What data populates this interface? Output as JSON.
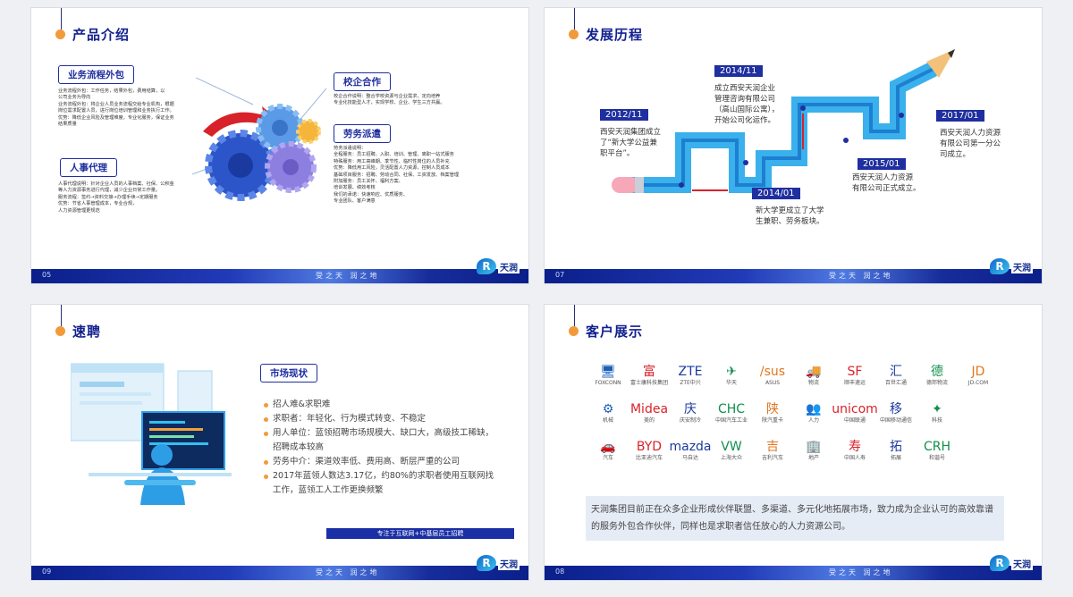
{
  "slide1": {
    "number": "05",
    "title": "产品介绍",
    "tags": {
      "bpo": "业务流程外包",
      "hr": "人事代理",
      "school": "校企合作",
      "dispatch": "劳务派遣"
    },
    "bpo_text": [
      "业务流程外包：工作任务，结果外包，费用结算，以",
      "公司业务为导向",
      "业务流程外包：将企业人员业务流程交给专业机构，根据",
      "岗位需求配置人员，进行岗位培训管理和业务执行工作。",
      "优势：降低企业风险及管理难度，专业化服务，保证业务",
      "结果质量"
    ],
    "hr_text": [
      "人事代理说明：针对企业人员的人事档案、社保、公积金",
      "等人力资源事务进行代理，减少企业日常工作量。",
      "服务流程：签约→资料交接→办理手续→定期服务",
      "优势：节省人事管理成本，专业合规，",
      "人力资源管理更规范"
    ],
    "school_text": [
      "校企合作说明：整合学校资源与企业需求，定向培养",
      "专业化技能型人才，实现学校、企业、学生三方共赢。"
    ],
    "dispatch_text": [
      "劳务派遣说明：",
      "全程服务：员工招聘、入职、培训、管理、离职一站式服务",
      "特殊服务：用工高峰期、季节性、临时性岗位的人员补充",
      "优势：降低用工风险，灵活配置人力资源，控制人员成本",
      "基础项目服务：招聘、劳动合同、社保、工资发放、档案管理",
      "附加服务：员工关怀、福利方案、",
      "培训发展、绩效考核",
      "我们的承诺：快速响应、优质服务、",
      "专业团队、客户满意"
    ]
  },
  "slide2": {
    "number": "07",
    "title": "发展历程",
    "events": [
      {
        "date": "2012/11",
        "text": [
          "西安天润集团成立",
          "了“新大学公益兼",
          "职平台”。"
        ]
      },
      {
        "date": "2014/11",
        "text": [
          "成立西安天润企业",
          "管理咨询有限公司",
          "（高山国际公寓），",
          "开始公司化运作。"
        ]
      },
      {
        "date": "2014/01",
        "text": [
          "新大学更成立了大学",
          "生兼职、劳务板块。"
        ]
      },
      {
        "date": "2015/01",
        "text": [
          "西安天润人力资源",
          "有限公司正式成立。"
        ]
      },
      {
        "date": "2017/01",
        "text": [
          "西安天润人力资源",
          "有限公司第一分公",
          "司成立。"
        ]
      }
    ]
  },
  "slide3": {
    "number": "09",
    "title": "速聘",
    "market_tag": "市场现状",
    "bullets": [
      {
        "text": "招人难&求职难",
        "cont": false
      },
      {
        "text": "求职者：年轻化、行为模式转变、不稳定",
        "cont": false
      },
      {
        "text": "用人单位：蓝领招聘市场规模大、缺口大，高级技工稀缺，",
        "cont": false
      },
      {
        "text": "招聘成本较高",
        "cont": true
      },
      {
        "text": "劳务中介：渠道效率低、费用高、断层严重的公司",
        "cont": false
      },
      {
        "text": "2017年蓝领人数达3.17亿，约80%的求职者使用互联网找",
        "cont": false
      },
      {
        "text": "工作，蓝领工人工作更换频繁",
        "cont": true
      }
    ],
    "banner": "专注于互联网+中基层员工招聘"
  },
  "slide4": {
    "number": "08",
    "title": "客户展示",
    "clients": [
      {
        "icon": "🖥",
        "name": "FOXCONN"
      },
      {
        "icon": "富",
        "name": "富士康科技集团"
      },
      {
        "icon": "ZTE",
        "name": "ZTE中兴"
      },
      {
        "icon": "✈",
        "name": "华天"
      },
      {
        "icon": "/sus",
        "name": "ASUS"
      },
      {
        "icon": "🚚",
        "name": "物流"
      },
      {
        "icon": "SF",
        "name": "顺丰速运"
      },
      {
        "icon": "汇",
        "name": "百世汇通"
      },
      {
        "icon": "德",
        "name": "德邦物流"
      },
      {
        "icon": "JD",
        "name": "JD.COM"
      },
      {
        "icon": "⚙",
        "name": "机械"
      },
      {
        "icon": "Midea",
        "name": "美的"
      },
      {
        "icon": "庆",
        "name": "庆安制冷"
      },
      {
        "icon": "CHC",
        "name": "中国汽车工业"
      },
      {
        "icon": "陕",
        "name": "陕汽重卡"
      },
      {
        "icon": "👥",
        "name": "人力"
      },
      {
        "icon": "unicom",
        "name": "中国联通"
      },
      {
        "icon": "移",
        "name": "中国移动通信"
      },
      {
        "icon": "✦",
        "name": "科技"
      },
      {
        "icon": "",
        "name": ""
      },
      {
        "icon": "🚗",
        "name": "汽车"
      },
      {
        "icon": "BYD",
        "name": "比亚迪汽车"
      },
      {
        "icon": "mazda",
        "name": "马自达"
      },
      {
        "icon": "VW",
        "name": "上海大众"
      },
      {
        "icon": "吉",
        "name": "吉利汽车"
      },
      {
        "icon": "🏢",
        "name": "地产"
      },
      {
        "icon": "寿",
        "name": "中国人寿"
      },
      {
        "icon": "拓",
        "name": "拓展"
      },
      {
        "icon": "CRH",
        "name": "和谐号"
      },
      {
        "icon": "",
        "name": ""
      }
    ],
    "description": "天润集团目前正在众多企业形成伙伴联盟、多渠道、多元化地拓展市场，致力成为企业认可的高效靠谱的服务外包合作伙伴，同样也是求职者信任放心的人力资源公司。"
  },
  "footer": {
    "slogan": "受之天 润之地",
    "logo_text": "天润"
  }
}
